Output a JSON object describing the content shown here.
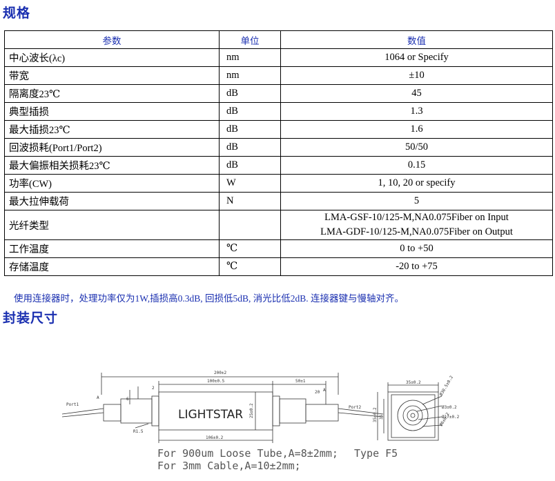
{
  "headings": {
    "spec": "规格",
    "package": "封装尺寸"
  },
  "table": {
    "headers": [
      "参数",
      "单位",
      "数值"
    ],
    "rows": [
      {
        "param": "中心波长(λc)",
        "unit": "nm",
        "value": [
          "1064 or Specify"
        ]
      },
      {
        "param": "带宽",
        "unit": "nm",
        "value": [
          "±10"
        ]
      },
      {
        "param": "隔离度23℃",
        "unit": "dB",
        "value": [
          "45"
        ]
      },
      {
        "param": "典型插损",
        "unit": "dB",
        "value": [
          "1.3"
        ]
      },
      {
        "param": "最大插损23℃",
        "unit": "dB",
        "value": [
          "1.6"
        ]
      },
      {
        "param": "回波损耗(Port1/Port2)",
        "unit": "dB",
        "value": [
          "50/50"
        ]
      },
      {
        "param": "最大偏振相关损耗23℃",
        "unit": "dB",
        "value": [
          "0.15"
        ]
      },
      {
        "param": "功率(CW)",
        "unit": "W",
        "value": [
          "1, 10, 20 or specify"
        ]
      },
      {
        "param": "最大拉伸载荷",
        "unit": "N",
        "value": [
          "5"
        ]
      },
      {
        "param": "光纤类型",
        "unit": "",
        "value": [
          "LMA-GSF-10/125-M,NA0.075Fiber on Input",
          "LMA-GDF-10/125-M,NA0.075Fiber on Output"
        ]
      },
      {
        "param": "工作温度",
        "unit": "℃",
        "value": [
          "0 to +50"
        ]
      },
      {
        "param": "存储温度",
        "unit": "℃",
        "value": [
          "-20 to +75"
        ]
      }
    ]
  },
  "note": "使用连接器时，处理功率仅为1W,插损高0.3dB, 回损低5dB, 消光比低2dB. 连接器键与慢轴对齐。",
  "drawing": {
    "brand": "LIGHTSTAR",
    "port1": "Port1",
    "port2": "Port2",
    "dims": {
      "total": "200±2",
      "body": "100±0.5",
      "tail": "50±1",
      "bottom": "106±0.2",
      "height": "25±0.2",
      "a_label": "A",
      "a2_label": "A",
      "small_2": "2",
      "small_6": "6",
      "small_20": "20",
      "r15": "R1.5",
      "side_width": "35±0.2",
      "side_h1": "35±0.2",
      "side_h2": "35",
      "d1": "Ø30.5±0.2",
      "d2": "Ø3±0.2",
      "d3": "Ø17±0.2",
      "d4": "Ø6±0.2"
    },
    "text_line1": "For 900um Loose Tube,A=8±2mm;",
    "text_line2": "For 3mm Cable,A=10±2mm;",
    "type_label": "Type F5"
  }
}
